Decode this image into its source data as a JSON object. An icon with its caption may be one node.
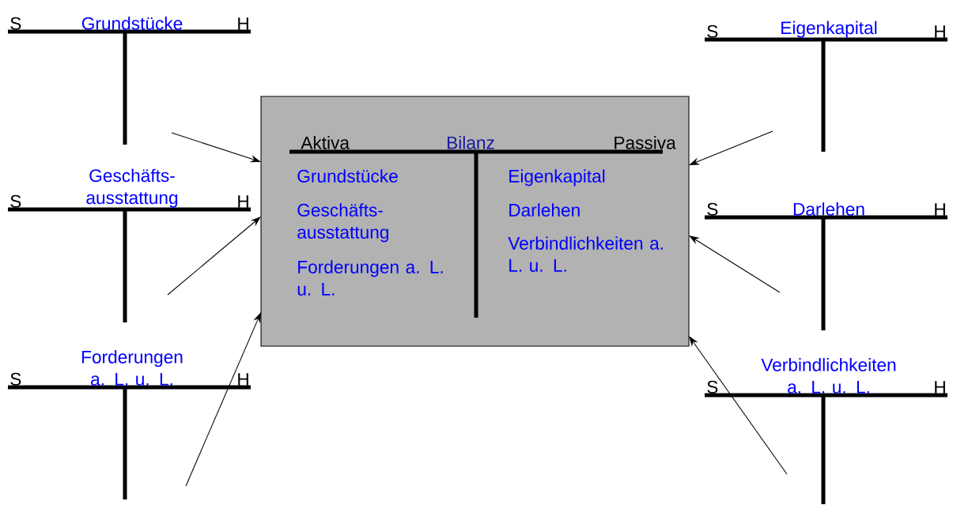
{
  "diagram": {
    "nodes": [
      {
        "text": [
          "S",
          "Grundstücke",
          "H"
        ]
      },
      {
        "text": [
          "S",
          "Geschäfts- ausstattung",
          "H"
        ]
      },
      {
        "text": [
          "S",
          "Forderungen a. L. u. L.",
          "H"
        ]
      },
      {
        "text": [
          "Aktiva",
          "Bilanz",
          "Passiva",
          "Grundstücke",
          "Geschäfts- ausstattung",
          "Forderungen a. L. u. L.",
          "Eigenkapital",
          "Darlehen",
          "Verbindlichkeiten a. L. u. L."
        ]
      },
      {
        "text": [
          "S",
          "Eigenkapital",
          "H"
        ]
      },
      {
        "text": [
          "S",
          "Darlehen",
          "H"
        ]
      },
      {
        "text": [
          "S",
          "Verbindlichkeiten a. L. u. L.",
          "H"
        ]
      }
    ],
    "edges": [
      {
        "from": 0,
        "to": 3,
        "arrow": "to"
      },
      {
        "from": 1,
        "to": 3,
        "arrow": "to"
      },
      {
        "from": 2,
        "to": 3,
        "arrow": "to"
      },
      {
        "from": 4,
        "to": 3,
        "arrow": "to"
      },
      {
        "from": 5,
        "to": 3,
        "arrow": "to"
      },
      {
        "from": 6,
        "to": 3,
        "arrow": "to"
      }
    ]
  }
}
